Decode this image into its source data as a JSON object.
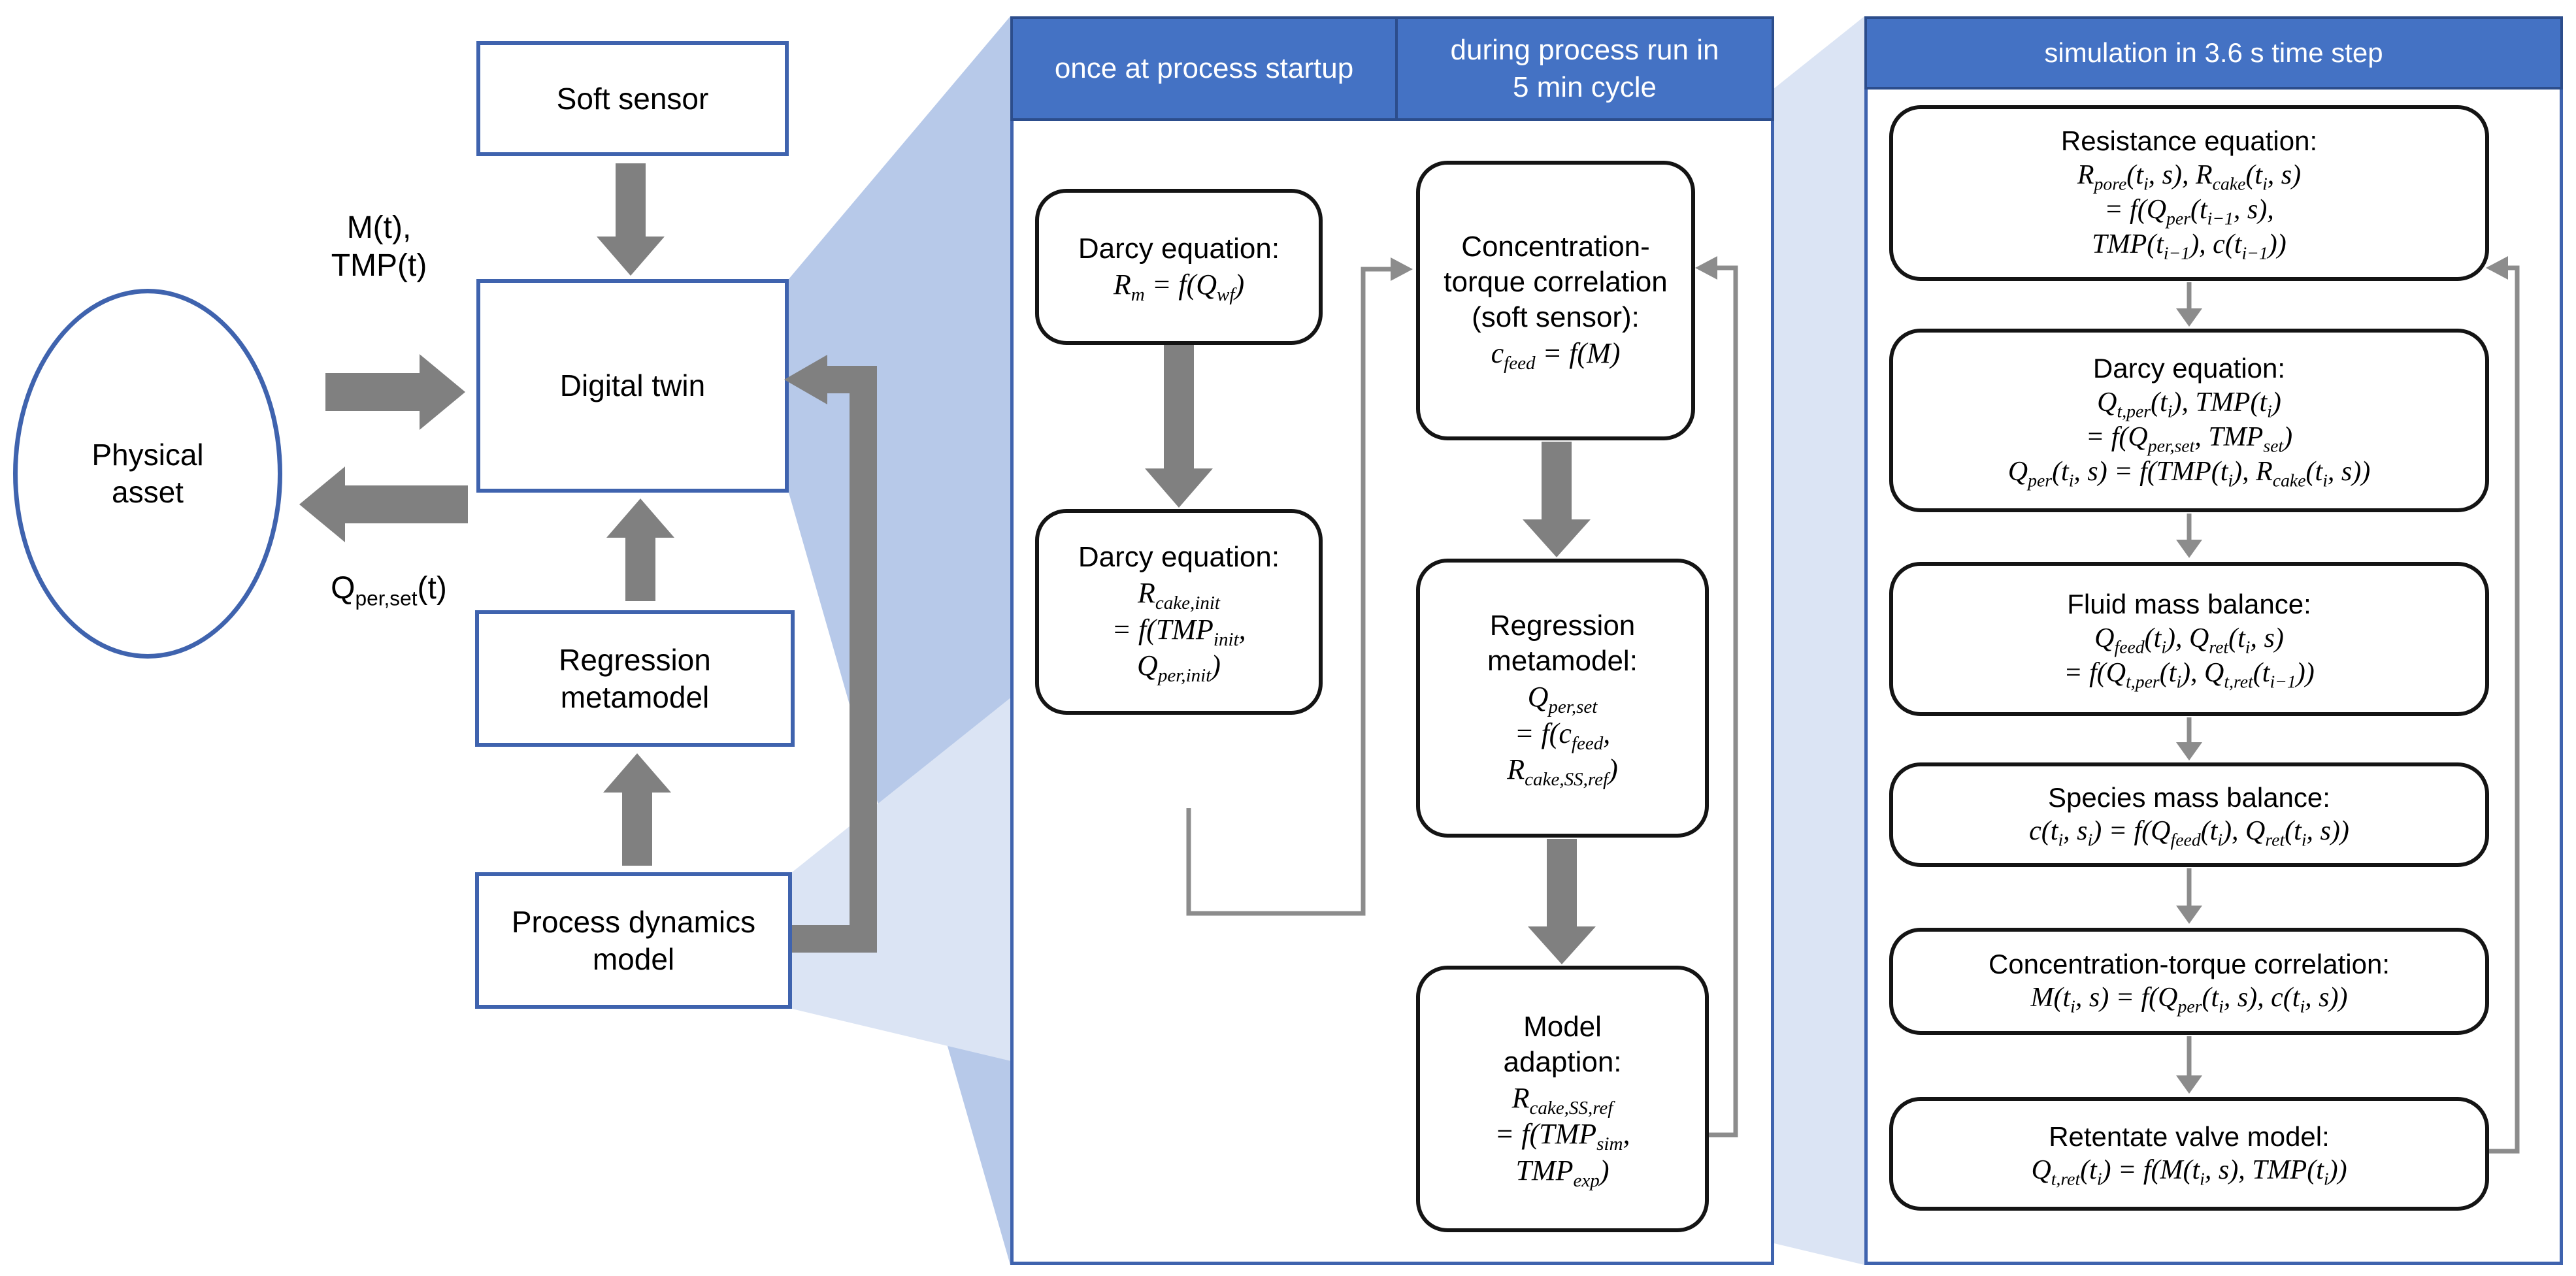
{
  "colors": {
    "accent_blue": "#4472c4",
    "border_blue": "#3f63ae",
    "header_border": "#2c4d8c",
    "funnel_dark": "#b7c9e9",
    "funnel_light": "#dbe4f4",
    "arrow_gray": "#808080",
    "thin_gray": "#8c8c8c",
    "box_black": "#141414"
  },
  "left": {
    "physical_asset": "Physical asset",
    "soft_sensor": "Soft sensor",
    "digital_twin": "Digital twin",
    "regression_metamodel": "Regression metamodel",
    "process_dynamics_model": "Process dynamics model",
    "signal_in_line1": "M(t),",
    "signal_in_line2": "TMP(t)",
    "signal_out": "Q_{per,set}(t)"
  },
  "middle_panel": {
    "header_left": "once at process startup",
    "header_right": "during process run in 5 min cycle",
    "boxes": [
      {
        "title": "Darcy equation:",
        "math": [
          "R_{m} = f(Q_{wf})"
        ]
      },
      {
        "title": "Darcy equation:",
        "math": [
          "R_{cake,init}",
          "= f(TMP_{init},",
          "Q_{per,init})"
        ]
      },
      {
        "title": "Concentration-torque correlation (soft sensor):",
        "math": [
          "c_{feed} = f(M)"
        ]
      },
      {
        "title": "Regression metamodel:",
        "math": [
          "Q_{per,set}",
          "= f(c_{feed},",
          "R_{cake,SS,ref})"
        ]
      },
      {
        "title": "Model adaption:",
        "math": [
          "R_{cake,SS,ref}",
          "= f(TMP_{sim},",
          "TMP_{exp})"
        ]
      }
    ]
  },
  "right_panel": {
    "header": "simulation in 3.6 s time step",
    "boxes": [
      {
        "title": "Resistance equation:",
        "math": [
          "R_{pore}(t_{i}, s), R_{cake}(t_{i}, s)",
          "= f(Q_{per}(t_{i−1}, s),",
          "TMP(t_{i−1}), c(t_{i−1}))"
        ]
      },
      {
        "title": "Darcy equation:",
        "math": [
          "Q_{t,per}(t_{i}), TMP(t_{i})",
          "= f(Q_{per,set}, TMP_{set})",
          "Q_{per}(t_{i}, s) = f(TMP(t_{i}), R_{cake}(t_{i}, s))"
        ]
      },
      {
        "title": "Fluid mass balance:",
        "math": [
          "Q_{feed}(t_{i}), Q_{ret}(t_{i}, s)",
          "= f(Q_{t,per}(t_{i}), Q_{t,ret}(t_{i−1}))"
        ]
      },
      {
        "title": "Species mass balance:",
        "math": [
          "c(t_{i}, s_{i}) = f(Q_{feed}(t_{i}), Q_{ret}(t_{i}, s))"
        ]
      },
      {
        "title": "Concentration-torque correlation:",
        "math": [
          "M(t_{i}, s) = f(Q_{per}(t_{i}, s), c(t_{i}, s))"
        ]
      },
      {
        "title": "Retentate valve model:",
        "math": [
          "Q_{t,ret}(t_{i}) = f(M(t_{i}, s), TMP(t_{i}))"
        ]
      }
    ]
  }
}
